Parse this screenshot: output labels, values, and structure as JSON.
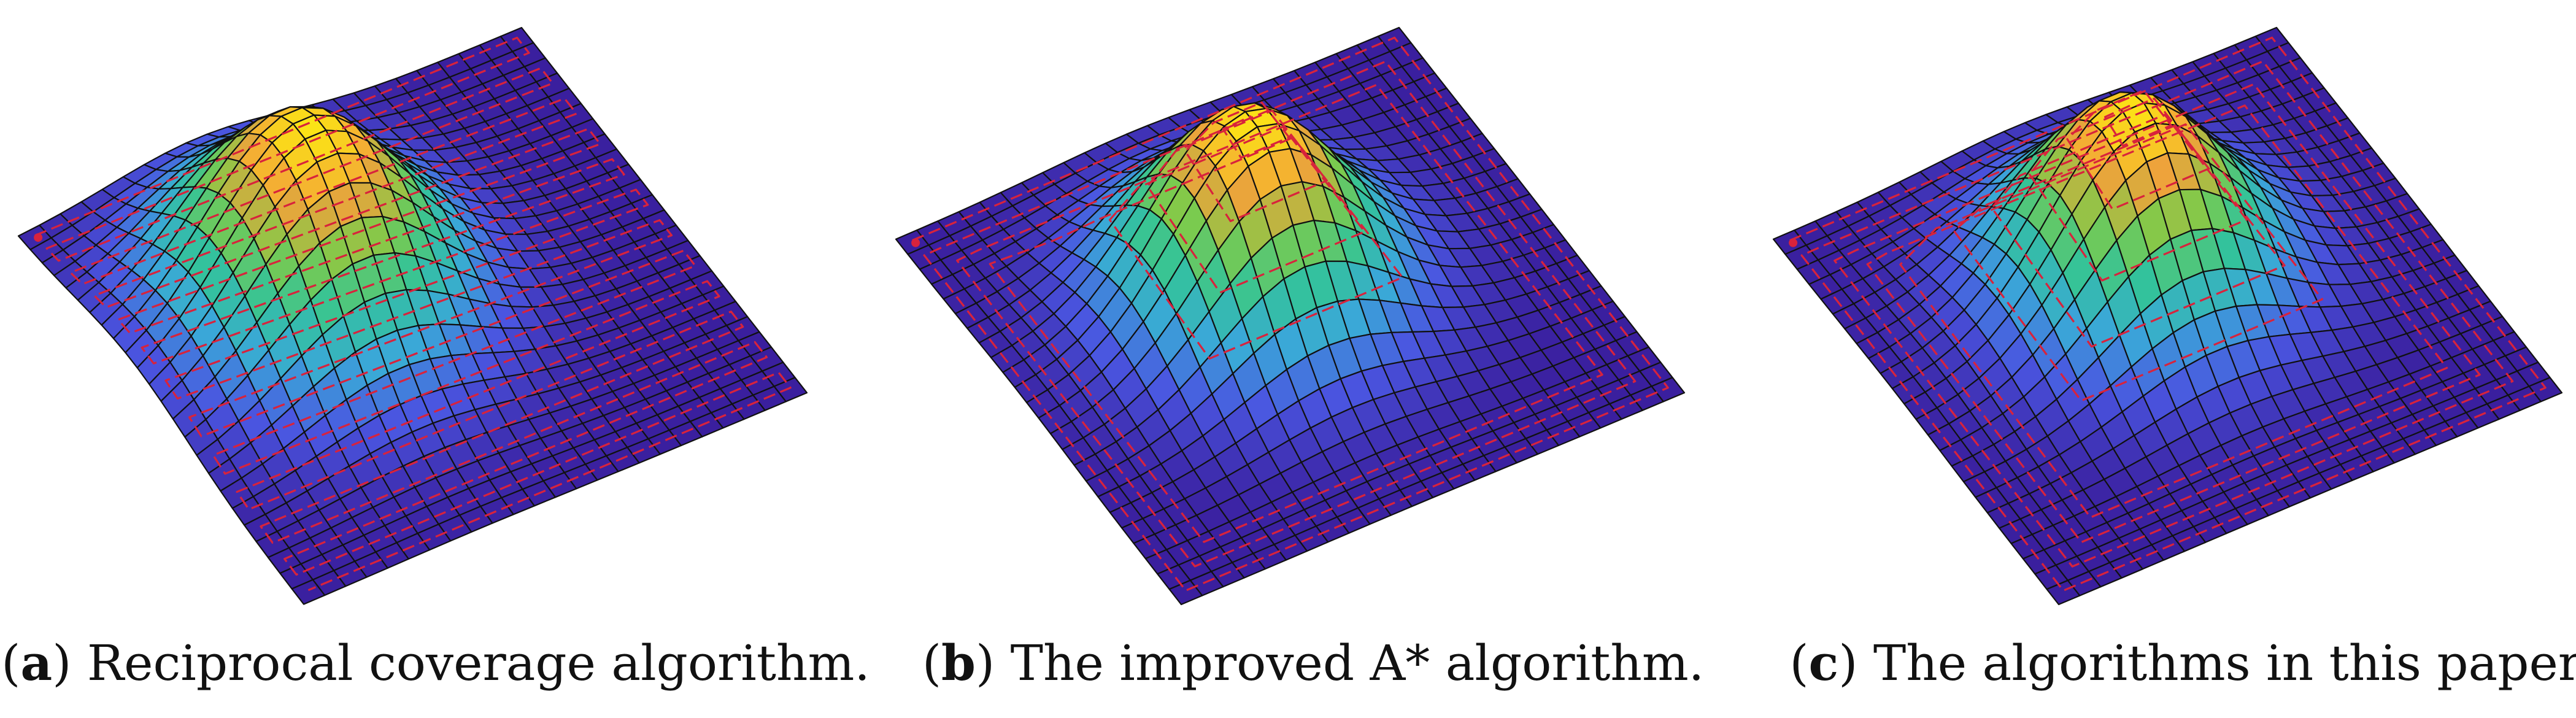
{
  "chart_data": [
    {
      "type": "surface",
      "caption_letter": "a",
      "caption_text": "Reciprocal coverage algorithm.",
      "grid": {
        "rows": 24,
        "cols": 24
      },
      "colormap": [
        "#3a1f9e",
        "#4a55e0",
        "#3aa8d8",
        "#33c39a",
        "#7ecb4a",
        "#f2a23a",
        "#fce813"
      ],
      "grid_line_color": "#111111",
      "path_color": "#d8233c",
      "peak": {
        "row": 9.5,
        "col": 8.5,
        "amplitude": 1.0,
        "spread_row": 4.8,
        "spread_col": 4.2
      },
      "path_style": "reciprocal"
    },
    {
      "type": "surface",
      "caption_letter": "b",
      "caption_text": "The improved A* algorithm.",
      "grid": {
        "rows": 24,
        "cols": 24
      },
      "colormap": [
        "#3a1f9e",
        "#4a55e0",
        "#3aa8d8",
        "#33c39a",
        "#7ecb4a",
        "#f2a23a",
        "#fce813"
      ],
      "grid_line_color": "#111111",
      "path_color": "#d8233c",
      "peak": {
        "row": 10.5,
        "col": 11.0,
        "amplitude": 1.0,
        "spread_row": 4.2,
        "spread_col": 4.0
      },
      "path_style": "astar"
    },
    {
      "type": "surface",
      "caption_letter": "c",
      "caption_text": "The algorithms in this paper.",
      "grid": {
        "rows": 24,
        "cols": 24
      },
      "colormap": [
        "#3a1f9e",
        "#4a55e0",
        "#3aa8d8",
        "#33c39a",
        "#7ecb4a",
        "#f2a23a",
        "#fce813"
      ],
      "grid_line_color": "#111111",
      "path_color": "#d8233c",
      "peak": {
        "row": 10.0,
        "col": 11.5,
        "amplitude": 1.0,
        "spread_row": 4.2,
        "spread_col": 4.0
      },
      "path_style": "paper"
    }
  ]
}
